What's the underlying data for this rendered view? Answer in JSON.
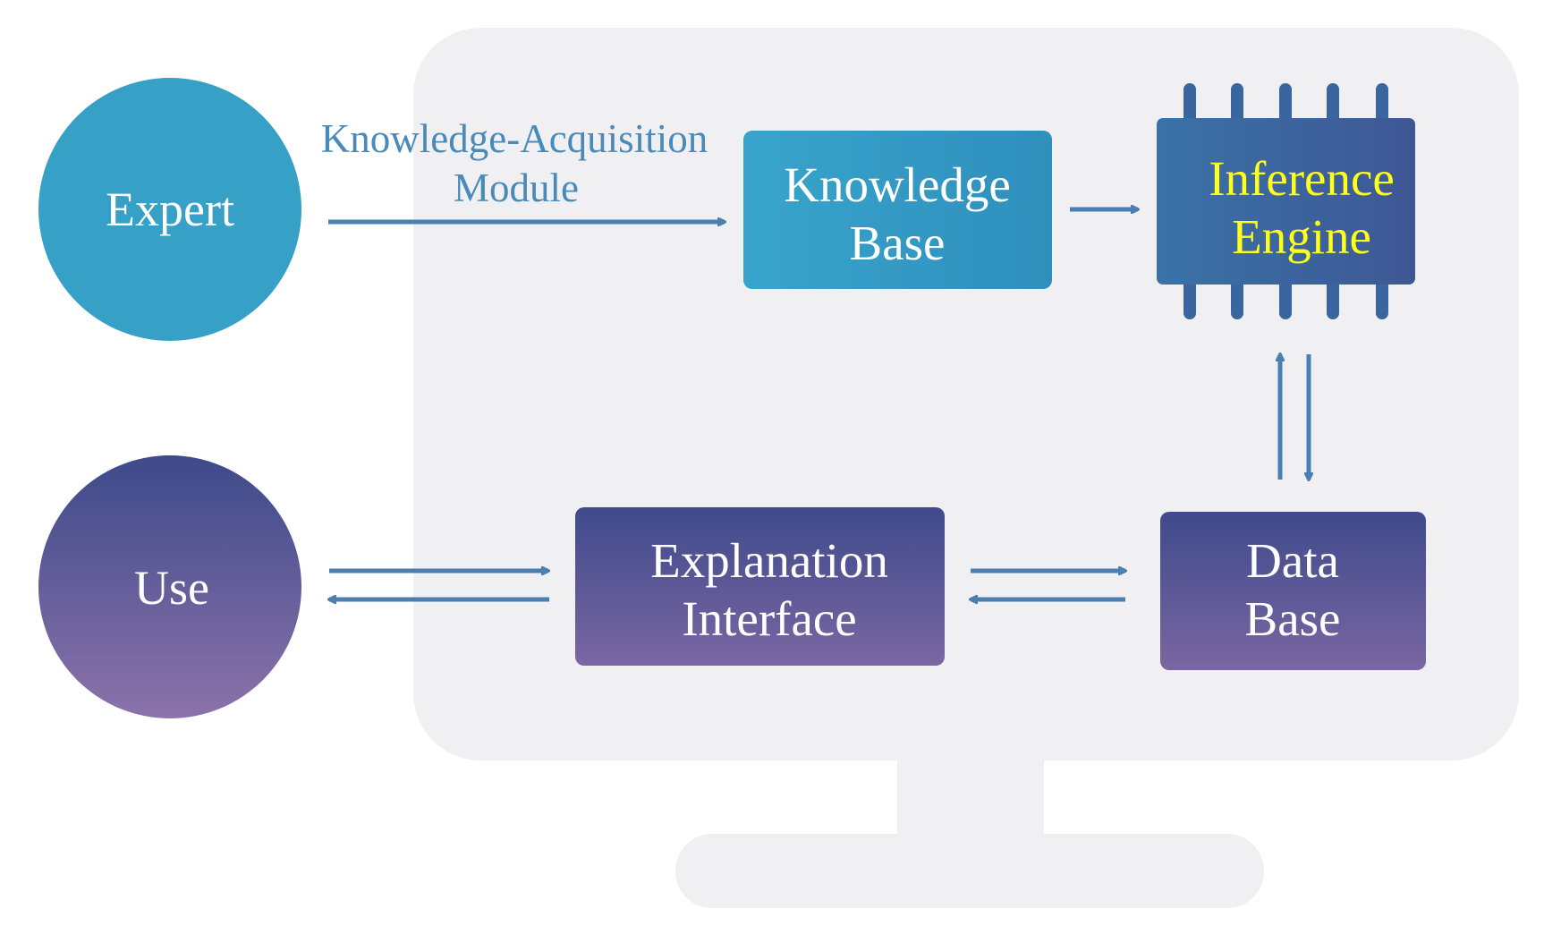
{
  "nodes": {
    "expert": {
      "label": "Expert"
    },
    "user": {
      "label": "Use"
    },
    "knowledge_base": {
      "line1": "Knowledge",
      "line2": "Base"
    },
    "inference_engine": {
      "line1": "Inference",
      "line2": "Engine"
    },
    "explanation_interface": {
      "line1": "Explanation",
      "line2": "Interface"
    },
    "data_base": {
      "line1": "Data",
      "line2": "Base"
    }
  },
  "edges": {
    "acquisition_label": {
      "line1": "Knowledge-Acquisition",
      "line2": "Module"
    }
  },
  "colors": {
    "monitor": "#f0f0f3",
    "expert": "#36a0c6",
    "arrow": "#4a7fb0",
    "label": "#4a8ab8",
    "inference_text": "#ffff1a",
    "purple_top": "#3f4a8a",
    "purple_bottom": "#8a70a8"
  }
}
